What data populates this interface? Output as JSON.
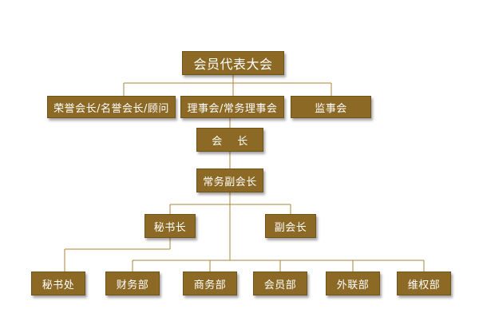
{
  "colors": {
    "box_fill": "#8c6a26",
    "box_text": "#ffffff",
    "connector": "#a8863a",
    "background": "#ffffff"
  },
  "nodes": {
    "assembly": "会员代表大会",
    "honorary": "荣誉会长/名誉会长/顾问",
    "council": "理事会/常务理事会",
    "supervisory": "监事会",
    "president": "会    长",
    "executive_vp": "常务副会长",
    "secretary_general": "秘书长",
    "vice_president": "副会长",
    "secretariat": "秘书处",
    "finance": "财务部",
    "business": "商务部",
    "membership": "会员部",
    "external": "外联部",
    "rights": "维权部"
  }
}
